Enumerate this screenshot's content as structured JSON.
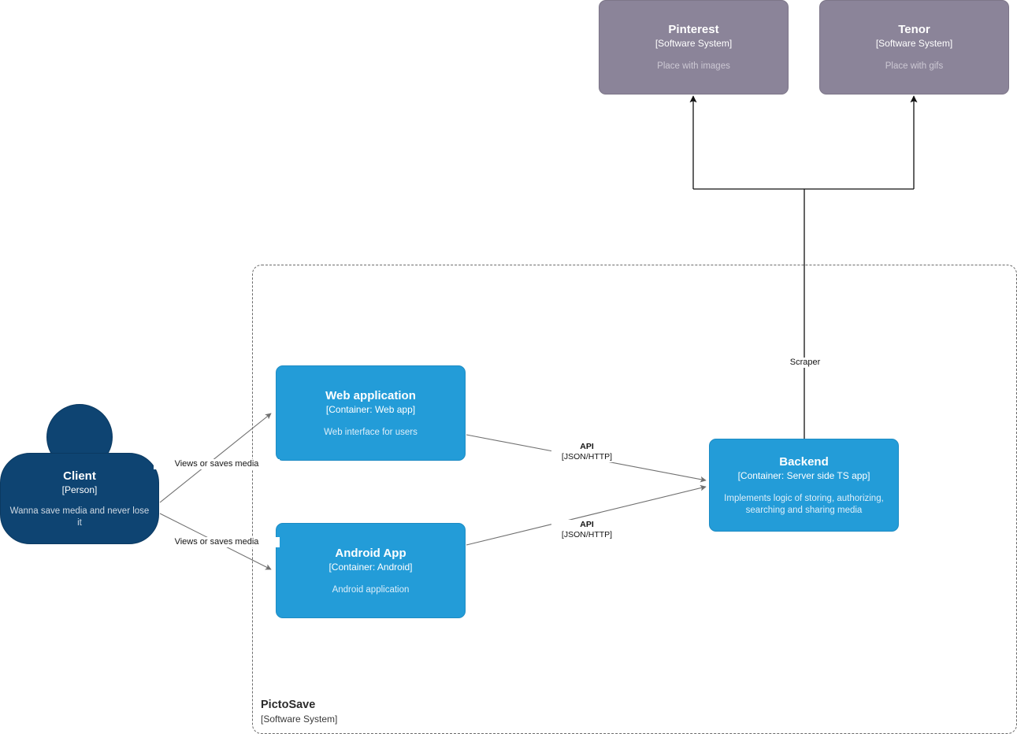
{
  "diagram": {
    "kind": "c4-container-diagram",
    "background": "#ffffff",
    "colors": {
      "person": "#0e4472",
      "container": "#239cd8",
      "software_system": "#8b8499",
      "boundary_stroke": "#6b6b6b",
      "relationship_stroke": "#707070",
      "scraper_stroke": "#000000"
    }
  },
  "boundary": {
    "name": "PictoSave",
    "type": "[Software System]"
  },
  "nodes": {
    "client": {
      "name": "Client",
      "type": "[Person]",
      "description": "Wanna save media and never lose it"
    },
    "web_application": {
      "name": "Web application",
      "type": "[Container: Web app]",
      "description": "Web interface for users"
    },
    "android_app": {
      "name": "Android App",
      "type": "[Container: Android]",
      "description": "Android application"
    },
    "backend": {
      "name": "Backend",
      "type": "[Container: Server side TS app]",
      "description": "Implements logic of storing, authorizing, searching and sharing media"
    },
    "pinterest": {
      "name": "Pinterest",
      "type": "[Software System]",
      "description": "Place with images"
    },
    "tenor": {
      "name": "Tenor",
      "type": "[Software System]",
      "description": "Place with gifs"
    }
  },
  "edges": {
    "client_to_web": {
      "label": "Views or saves media",
      "technology": ""
    },
    "client_to_android": {
      "label": "Views or saves media",
      "technology": ""
    },
    "web_to_backend": {
      "label": "API",
      "technology": "[JSON/HTTP]"
    },
    "android_to_backend": {
      "label": "API",
      "technology": "[JSON/HTTP]"
    },
    "backend_to_external": {
      "label": "Scraper",
      "technology": ""
    }
  }
}
